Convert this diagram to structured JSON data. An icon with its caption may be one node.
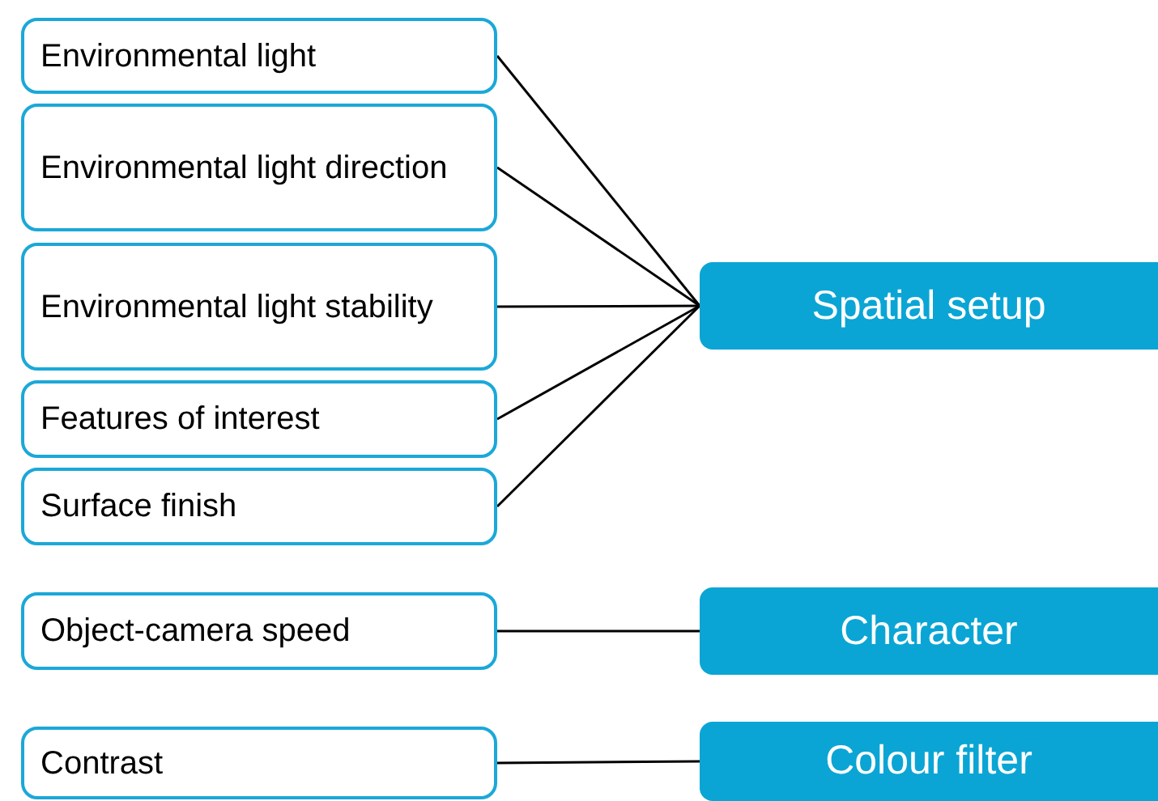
{
  "diagram": {
    "nodes": [
      {
        "text": [
          "Environmental light"
        ]
      },
      {
        "text": [
          "Environmental light direction"
        ]
      },
      {
        "text": [
          "Environmental light stability"
        ]
      },
      {
        "text": [
          "Features of interest"
        ]
      },
      {
        "text": [
          "Surface finish"
        ]
      },
      {
        "text": [
          "Spatial setup"
        ]
      },
      {
        "text": [
          "Object-camera speed"
        ]
      },
      {
        "text": [
          "Character"
        ]
      },
      {
        "text": [
          "Contrast"
        ]
      },
      {
        "text": [
          "Colour filter"
        ]
      }
    ],
    "edges": [
      {
        "from": 0,
        "to": 5,
        "arrow": "none"
      },
      {
        "from": 1,
        "to": 5,
        "arrow": "none"
      },
      {
        "from": 2,
        "to": 5,
        "arrow": "none"
      },
      {
        "from": 3,
        "to": 5,
        "arrow": "none"
      },
      {
        "from": 4,
        "to": 5,
        "arrow": "none"
      },
      {
        "from": 6,
        "to": 7,
        "arrow": "none"
      },
      {
        "from": 8,
        "to": 9,
        "arrow": "none"
      }
    ]
  }
}
